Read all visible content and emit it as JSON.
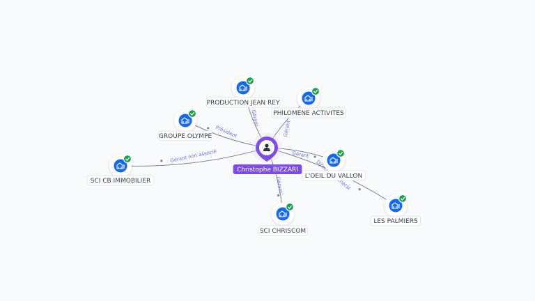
{
  "colors": {
    "company": "#1769e8",
    "check": "#1f9d55",
    "person": "#7c4dde",
    "edge_label": "#6b6ee8"
  },
  "icons": {
    "company": "company-building-icon",
    "check": "verified-check-icon",
    "person": "person-icon"
  },
  "center": {
    "name": "Christophe BIZZARI"
  },
  "companies": [
    {
      "id": "production-jean-rey",
      "name": "PRODUCTION JEAN REY",
      "relation": "Gérant"
    },
    {
      "id": "philomene-activites",
      "name": "PHILOMENE ACTIVITES",
      "relation": "Gérant"
    },
    {
      "id": "groupe-olympe",
      "name": "GROUPE OLYMPE",
      "relation": "Président"
    },
    {
      "id": "sci-cb-immobilier",
      "name": "SCI CB IMMOBILIER",
      "relation": "Gérant non associé"
    },
    {
      "id": "loeil-du-vallon",
      "name": "L'OEIL DU VALLON",
      "relation": "Gérant"
    },
    {
      "id": "les-palmiers",
      "name": "LES PALMIERS",
      "relation": "Directeur général"
    },
    {
      "id": "sci-chriscom",
      "name": "SCI CHRISCOM",
      "relation": "Gérant"
    }
  ]
}
